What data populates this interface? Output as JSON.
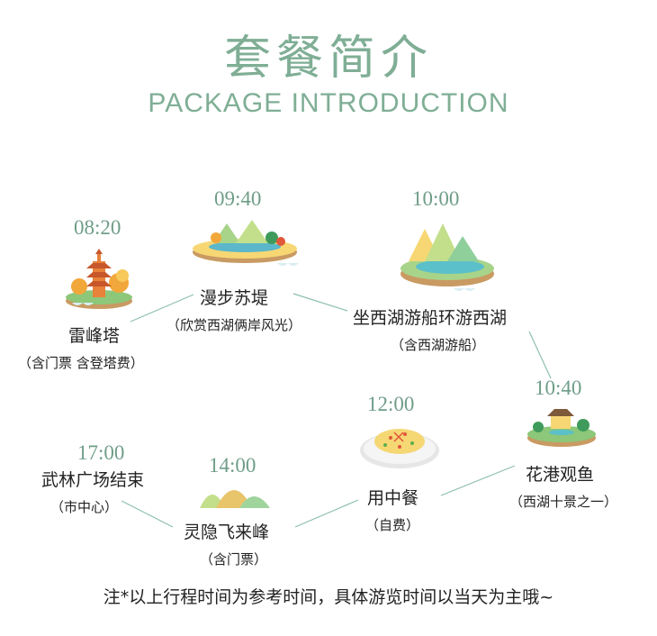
{
  "header": {
    "title": "套餐简介",
    "subtitle": "PACKAGE INTRODUCTION"
  },
  "stops": [
    {
      "time": "08:20",
      "name": "雷峰塔",
      "note": "（含门票 含登塔费）"
    },
    {
      "time": "09:40",
      "name": "漫步苏堤",
      "note": "（欣赏西湖俩岸风光）"
    },
    {
      "time": "10:00",
      "name": "坐西湖游船环游西湖",
      "note": "（含西湖游船）"
    },
    {
      "time": "10:40",
      "name": "花港观鱼",
      "note": "（西湖十景之一）"
    },
    {
      "time": "12:00",
      "name": "用中餐",
      "note": "（自费）"
    },
    {
      "time": "14:00",
      "name": "灵隐飞来峰",
      "note": "（含门票）"
    },
    {
      "time": "17:00",
      "name": "武林广场结束",
      "note": "（市中心）"
    }
  ],
  "footer": {
    "note": "注*以上行程时间为参考时间，具体游览时间以当天为主哦~"
  },
  "colors": {
    "accent": "#7fae95",
    "time": "#6f9d88",
    "line": "#8dc0ad"
  },
  "icons": [
    "pagoda-icon",
    "lake-island-icon",
    "boat-island-icon",
    "garden-island-icon",
    "fried-rice-icon",
    "hills-icon"
  ]
}
